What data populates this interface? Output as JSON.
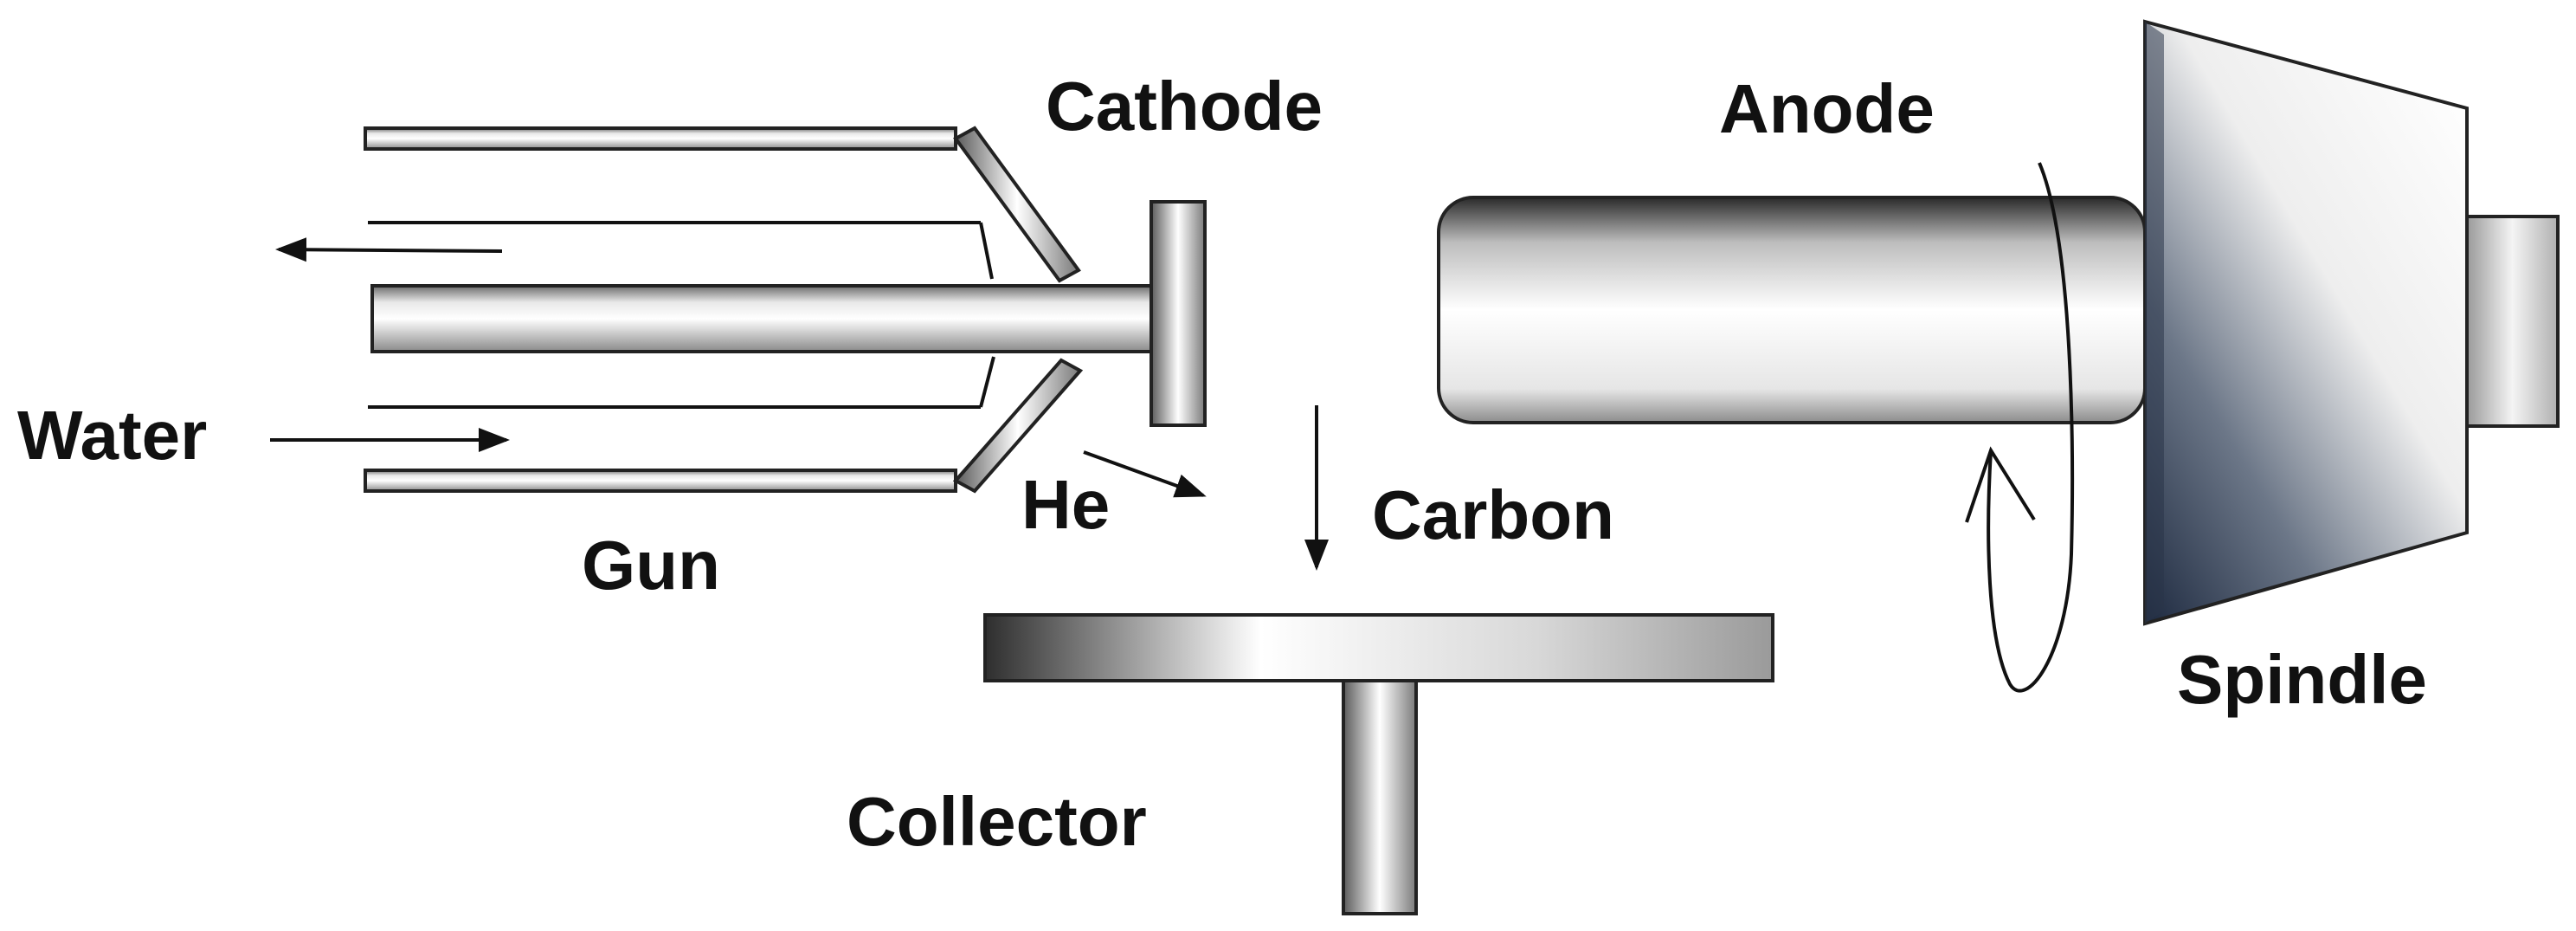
{
  "labels": {
    "cathode": "Cathode",
    "anode": "Anode",
    "water": "Water",
    "gun": "Gun",
    "he": "He",
    "carbon": "Carbon",
    "spindle": "Spindle",
    "collector": "Collector"
  },
  "colors": {
    "metal_light": "#ffffff",
    "metal_mid": "#c8c8c8",
    "metal_dark": "#3a3a3a",
    "spindle_blue": "#1e2a40",
    "outline": "#222222",
    "line": "#111111"
  }
}
